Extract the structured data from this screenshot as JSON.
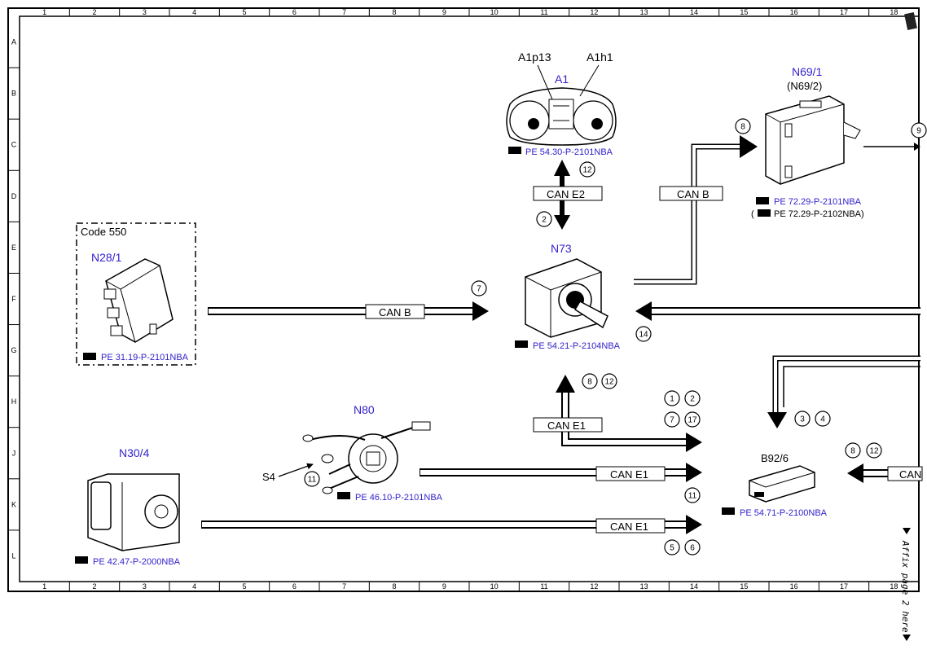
{
  "grid": {
    "columns": [
      "1",
      "2",
      "3",
      "4",
      "5",
      "6",
      "7",
      "8",
      "9",
      "10",
      "11",
      "12",
      "13",
      "14",
      "15",
      "16",
      "17",
      "18"
    ],
    "rows": [
      "A",
      "B",
      "C",
      "D",
      "E",
      "F",
      "G",
      "H",
      "J",
      "K",
      "L"
    ]
  },
  "components": {
    "a1": {
      "label": "A1",
      "p13": "A1p13",
      "h1": "A1h1",
      "ref": "PE 54.30-P-2101NBA"
    },
    "n69": {
      "label": "N69/1",
      "sub": "(N69/2)",
      "ref1": "PE 72.29-P-2101NBA",
      "ref2": "PE 72.29-P-2102NBA)",
      "ref2_open": "("
    },
    "n73": {
      "label": "N73",
      "ref": "PE 54.21-P-2104NBA"
    },
    "n28": {
      "code": "Code 550",
      "label": "N28/1",
      "ref": "PE 31.19-P-2101NBA"
    },
    "n80": {
      "label": "N80",
      "s4": "S4",
      "ref": "PE 46.10-P-2101NBA"
    },
    "n30": {
      "label": "N30/4",
      "ref": "PE 42.47-P-2000NBA"
    },
    "b92": {
      "label": "B92/6",
      "ref": "PE 54.71-P-2100NBA"
    }
  },
  "buses": {
    "can_e2": "CAN E2",
    "can_b_top": "CAN B",
    "can_b_left": "CAN B",
    "can_e1_mid": "CAN E1",
    "can_e1_s4": "CAN E1",
    "can_e1_bottom": "CAN E1",
    "can_right_cut": "CAN"
  },
  "circles": {
    "c12_top": "12",
    "c2_top": "2",
    "c8_n69": "8",
    "c9_cut": "9",
    "c7_left": "7",
    "c14": "14",
    "c8_n73": "8",
    "c12_n73": "12",
    "c1": "1",
    "c2": "2",
    "c7": "7",
    "c17": "17",
    "c3": "3",
    "c4": "4",
    "c8_b92": "8",
    "c12_b92": "12",
    "c11_s4": "11",
    "c11_right": "11",
    "c5": "5",
    "c6": "6"
  },
  "side_note": "Affix page 2 here"
}
